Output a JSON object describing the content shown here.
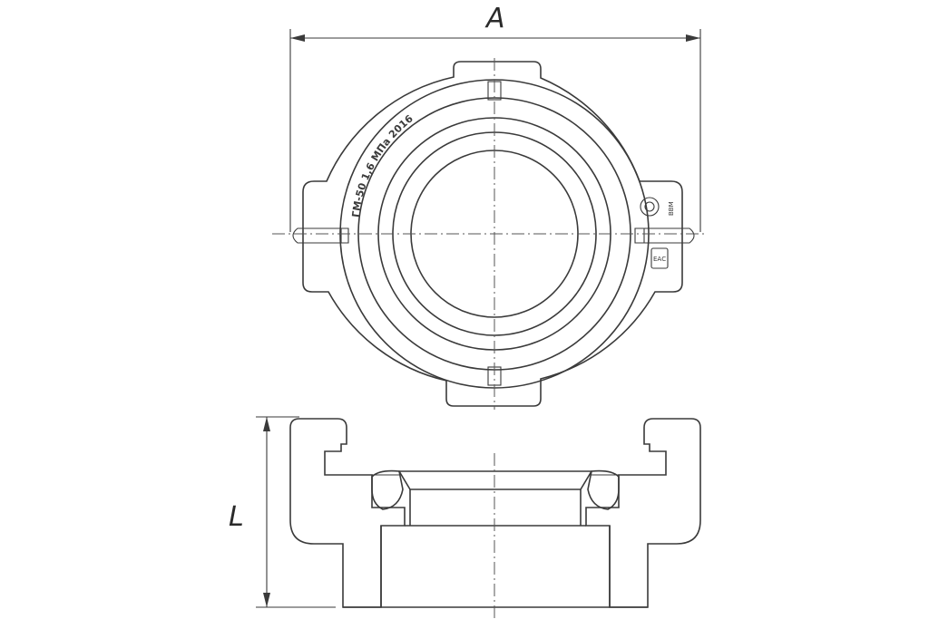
{
  "dimensions": {
    "width_label": "A",
    "height_label": "L"
  },
  "markings": {
    "arc_text": "ГМ-50  1,6 МПа  2016",
    "side_text": "ВВМ",
    "small_badge": "ЕАС"
  },
  "colors": {
    "line": "#3a3a3a",
    "background": "#ffffff"
  }
}
